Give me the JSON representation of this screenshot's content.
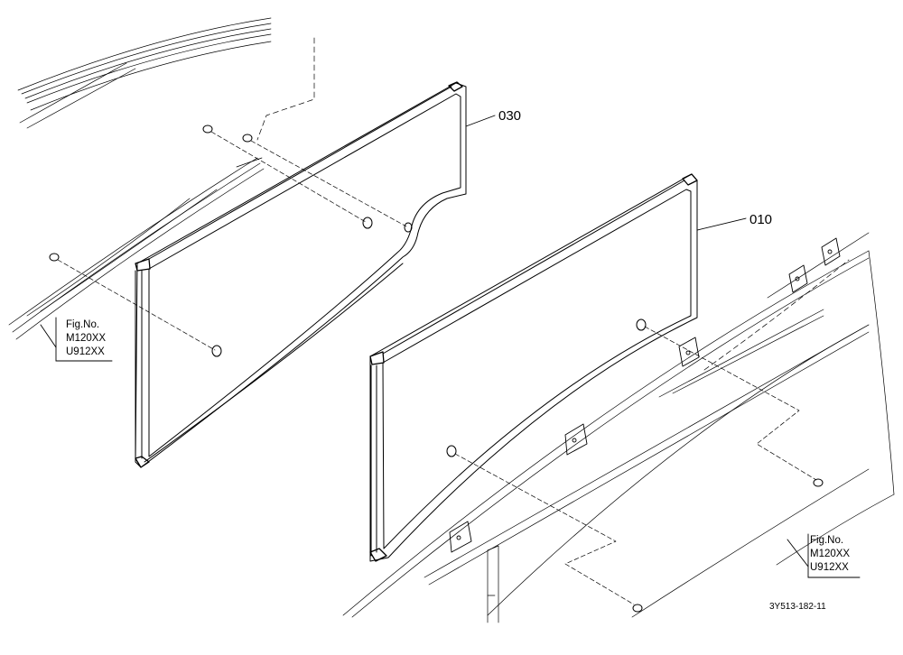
{
  "parts": {
    "rear_glass_callout": "030",
    "side_glass_callout": "010"
  },
  "fig_refs": {
    "left": {
      "label": "Fig.No.",
      "line1": "M120XX",
      "line2": "U912XX"
    },
    "right": {
      "label": "Fig.No.",
      "line1": "M120XX",
      "line2": "U912XX"
    }
  },
  "drawing_number": "3Y513-182-11",
  "colors": {
    "line": "#000000",
    "background": "#ffffff"
  }
}
